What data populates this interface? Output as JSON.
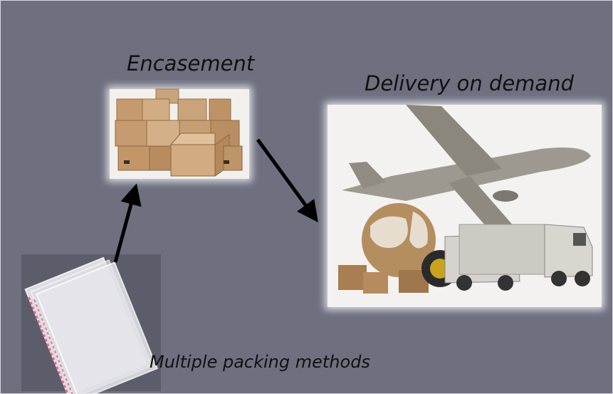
{
  "labels": {
    "encasement": "Encasement",
    "delivery": "Delivery on demand",
    "packing": "Multiple packing methods"
  },
  "colors": {
    "background": "#6e7080",
    "arrow": "#000000",
    "text": "#111111",
    "panel": "#f4f3f1"
  },
  "icons": {
    "encasement": "cardboard-boxes-icon",
    "delivery": "airplane-globe-trucks-icon",
    "packing": "plastic-bags-icon"
  }
}
